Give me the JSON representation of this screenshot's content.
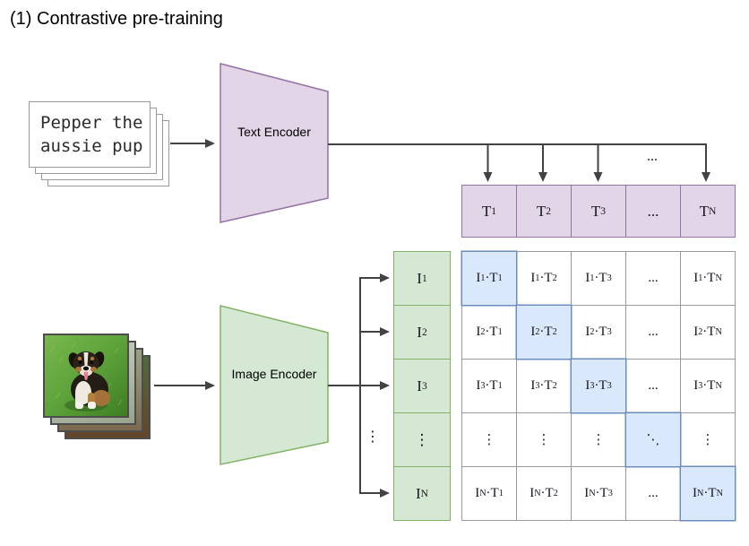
{
  "title": "(1) Contrastive pre-training",
  "text_input": {
    "line1": "Pepper the",
    "line2": "aussie pup"
  },
  "text_encoder_label": "Text Encoder",
  "image_encoder_label": "Image Encoder",
  "top_ellipsis": "...",
  "left_ellipsis": "⋮",
  "t_row": {
    "cells": [
      "T1",
      "T2",
      "T3",
      "...",
      "TN"
    ]
  },
  "i_col": {
    "cells": [
      "I1",
      "I2",
      "I3",
      "⋮",
      "IN"
    ]
  },
  "matrix": {
    "rows": [
      [
        "I1·T1",
        "I1·T2",
        "I1·T3",
        "...",
        "I1·TN"
      ],
      [
        "I2·T1",
        "I2·T2",
        "I2·T3",
        "...",
        "I2·TN"
      ],
      [
        "I3·T1",
        "I3·T2",
        "I3·T3",
        "...",
        "I3·TN"
      ],
      [
        "⋮",
        "⋮",
        "⋮",
        "⋱",
        "⋮"
      ],
      [
        "IN·T1",
        "IN·T2",
        "IN·T3",
        "...",
        "IN·TN"
      ]
    ]
  },
  "colors": {
    "purple_fill": "#E1D5E7",
    "purple_stroke": "#9673A6",
    "green_fill": "#D5E8D4",
    "green_stroke": "#82B366",
    "blue_fill": "#DAE8FC",
    "blue_stroke": "#6C8EBF",
    "grid_stroke": "#9a9a9a",
    "line": "#424242"
  }
}
